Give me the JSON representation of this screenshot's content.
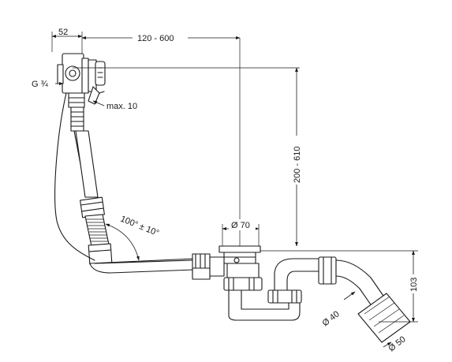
{
  "dimensions": {
    "width_top": "52",
    "horizontal_range": "120 - 600",
    "thread": "G ¾",
    "max_offset": "max. 10",
    "vertical_range": "200 - 610",
    "angle": "100° ± 10°",
    "drain_diameter": "Ø 70",
    "pipe_diameter": "Ø 40",
    "outlet_diameter": "Ø 50",
    "trap_height": "103"
  },
  "colors": {
    "line": "#1a1a1a",
    "background": "#ffffff"
  }
}
